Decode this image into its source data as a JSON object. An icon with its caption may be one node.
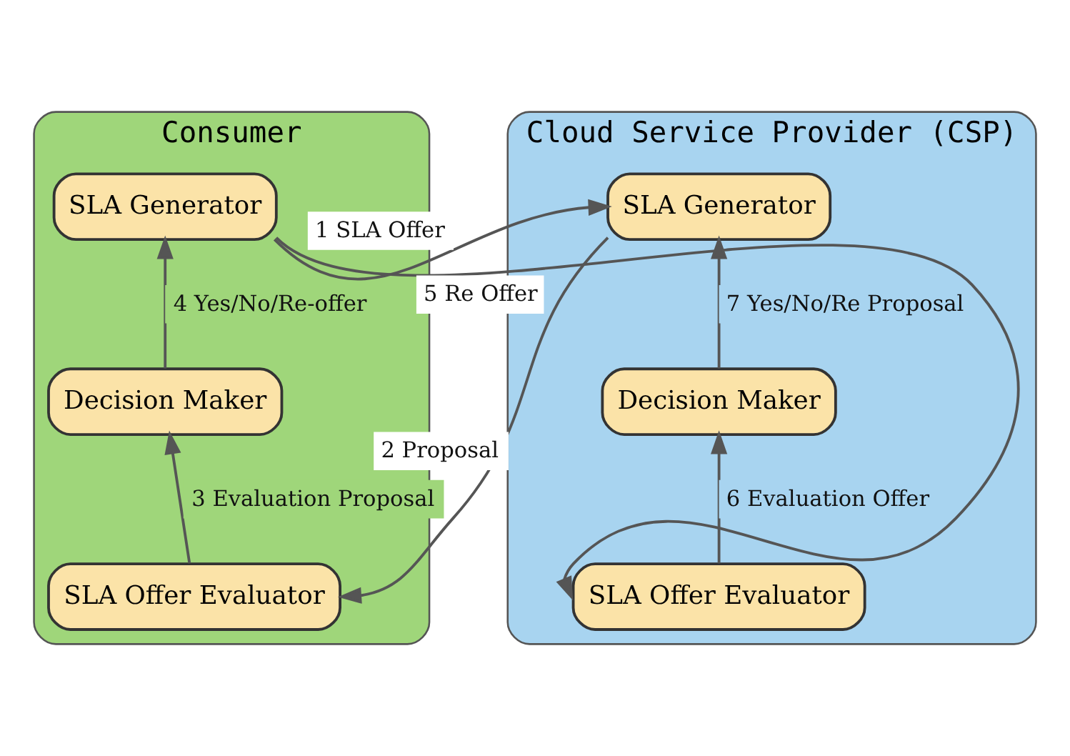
{
  "diagram": {
    "nodes": [
      {
        "text": [
          "Consumer"
        ]
      },
      {
        "text": [
          "SLA Generator"
        ],
        "in": 0
      },
      {
        "text": [
          "Decision Maker"
        ],
        "in": 0
      },
      {
        "text": [
          "SLA Offer Evaluator"
        ],
        "in": 0
      },
      {
        "text": [
          "Cloud Service Provider (CSP)"
        ]
      },
      {
        "text": [
          "SLA Generator"
        ],
        "in": 4
      },
      {
        "text": [
          "Decision Maker"
        ],
        "in": 4
      },
      {
        "text": [
          "SLA Offer Evaluator"
        ],
        "in": 4
      }
    ],
    "edges": [
      {
        "from": 1,
        "to": 5,
        "arrow": "to",
        "label": "1 SLA Offer"
      },
      {
        "from": 5,
        "to": 3,
        "arrow": "to",
        "label": "2 Proposal"
      },
      {
        "from": 3,
        "to": 2,
        "arrow": "to",
        "label": "3 Evaluation Proposal"
      },
      {
        "from": 2,
        "to": 1,
        "arrow": "to",
        "label": "4 Yes/No/Re-offer"
      },
      {
        "from": 1,
        "to": 7,
        "arrow": "to",
        "label": "5 Re Offer"
      },
      {
        "from": 7,
        "to": 6,
        "arrow": "to",
        "label": "6 Evaluation Offer"
      },
      {
        "from": 6,
        "to": 5,
        "arrow": "to",
        "label": "7 Yes/No/Re Proposal"
      }
    ]
  }
}
